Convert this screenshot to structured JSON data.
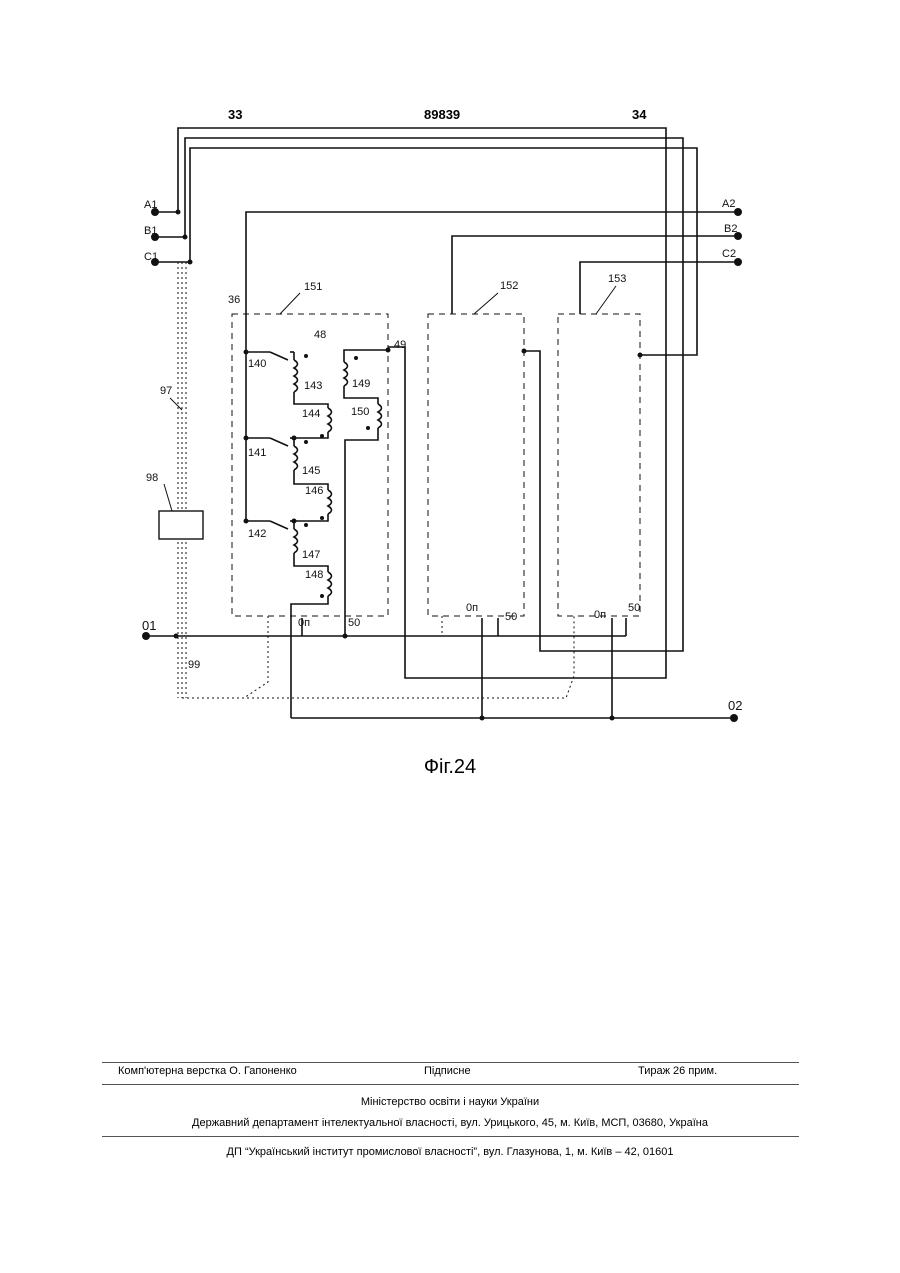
{
  "header": {
    "page_left": "33",
    "patent_number": "89839",
    "page_right": "34"
  },
  "figure": {
    "caption": "Фіг.24",
    "terminals": {
      "a1": "A1",
      "b1": "B1",
      "c1": "C1",
      "a2": "A2",
      "b2": "B2",
      "c2": "C2",
      "n01": "01",
      "n02": "02"
    },
    "labels": {
      "l36": "36",
      "l97": "97",
      "l98": "98",
      "l99": "99",
      "l151": "151",
      "l152": "152",
      "l153": "153",
      "l48": "48",
      "l49": "49",
      "l140": "140",
      "l141": "141",
      "l142": "142",
      "l143": "143",
      "l144": "144",
      "l145": "145",
      "l146": "146",
      "l147": "147",
      "l148": "148",
      "l149": "149",
      "l150": "150",
      "on1": "0п",
      "on2": "0п",
      "on3": "0п",
      "f50a": "50",
      "f50b": "50",
      "f50c": "50"
    }
  },
  "footer": {
    "layout": "Комп'ютерна верстка О. Гапоненко",
    "signed": "Підписне",
    "circulation": "Тираж 26 прим.",
    "ministry": "Міністерство освіти і науки України",
    "department": "Державний департамент інтелектуальної власності, вул. Урицького, 45, м. Київ, МСП, 03680, Україна",
    "institute": "ДП “Український інститут промислової власності”, вул. Глазунова, 1, м. Київ – 42, 01601"
  }
}
